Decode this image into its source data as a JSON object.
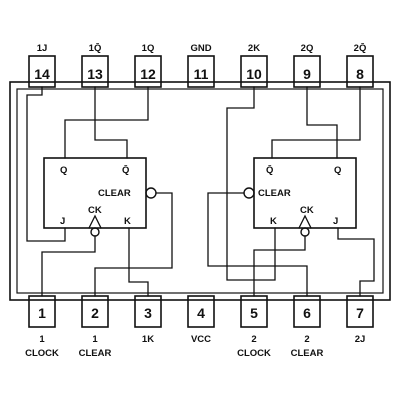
{
  "ink_color": "#111111",
  "paper_color": "#ffffff",
  "top_pins": [
    {
      "num": "14",
      "label": "1J"
    },
    {
      "num": "13",
      "label": "1Q̄"
    },
    {
      "num": "12",
      "label": "1Q"
    },
    {
      "num": "11",
      "label": "GND"
    },
    {
      "num": "10",
      "label": "2K"
    },
    {
      "num": "9",
      "label": "2Q"
    },
    {
      "num": "8",
      "label": "2Q̄"
    }
  ],
  "bottom_pins": [
    {
      "num": "1",
      "label": "1",
      "label2": "CLOCK"
    },
    {
      "num": "2",
      "label": "1",
      "label2": "CLEAR"
    },
    {
      "num": "3",
      "label": "1K",
      "label2": ""
    },
    {
      "num": "4",
      "label": "VCC",
      "label2": ""
    },
    {
      "num": "5",
      "label": "2",
      "label2": "CLOCK"
    },
    {
      "num": "6",
      "label": "2",
      "label2": "CLEAR"
    },
    {
      "num": "7",
      "label": "2J",
      "label2": ""
    }
  ],
  "flip_flop_1": {
    "q": "Q",
    "qbar": "Q̄",
    "clear": "CLEAR",
    "j": "J",
    "ck": "CK",
    "k": "K"
  },
  "flip_flop_2": {
    "q": "Q",
    "qbar": "Q̄",
    "clear": "CLEAR",
    "j": "J",
    "ck": "CK",
    "k": "K"
  }
}
